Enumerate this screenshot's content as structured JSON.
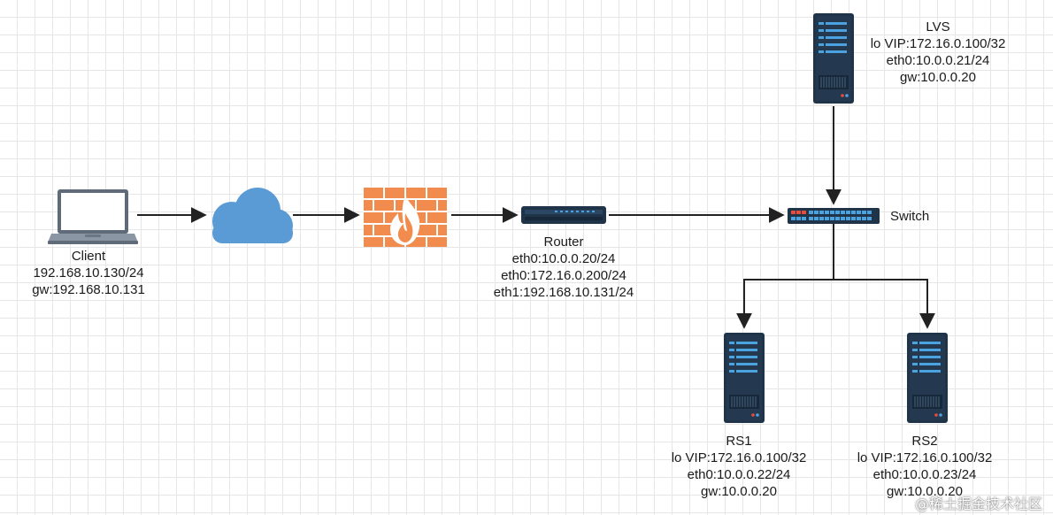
{
  "nodes": {
    "client": {
      "name": "Client",
      "lines": [
        "192.168.10.130/24",
        "gw:192.168.10.131"
      ]
    },
    "router": {
      "name": "Router",
      "lines": [
        "eth0:10.0.0.20/24",
        "eth0:172.16.0.200/24",
        "eth1:192.168.10.131/24"
      ]
    },
    "switch": {
      "name": "Switch"
    },
    "lvs": {
      "name": "LVS",
      "lines": [
        "lo VIP:172.16.0.100/32",
        "eth0:10.0.0.21/24",
        "gw:10.0.0.20"
      ]
    },
    "rs1": {
      "name": "RS1",
      "lines": [
        "lo VIP:172.16.0.100/32",
        "eth0:10.0.0.22/24",
        "gw:10.0.0.20"
      ]
    },
    "rs2": {
      "name": "RS2",
      "lines": [
        "lo VIP:172.16.0.100/32",
        "eth0:10.0.0.23/24",
        "gw:10.0.0.20"
      ]
    }
  },
  "icons": {
    "client": "laptop-icon",
    "internet": "cloud-icon",
    "firewall": "firewall-icon",
    "router": "router-icon",
    "switch": "switch-icon",
    "server": "server-icon"
  },
  "colors": {
    "cloud": "#5b9bd5",
    "firewall": "#f28c4e",
    "flame": "#ffffff",
    "device": "#1f3448",
    "device_accent": "#4aa3df",
    "line": "#222222"
  },
  "watermark": "@稀土掘金技术社区"
}
